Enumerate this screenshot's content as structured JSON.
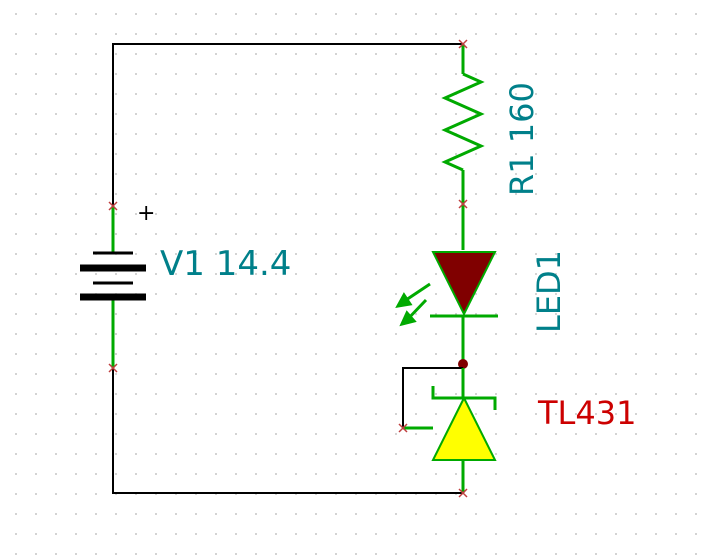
{
  "schematic": {
    "battery": {
      "label": "V1 14.4",
      "plus": "+"
    },
    "resistor": {
      "label": "R1 160"
    },
    "led": {
      "label": "LED1"
    },
    "regulator": {
      "label": "TL431"
    }
  },
  "colors": {
    "wire": "#000000",
    "component": "#00aa00",
    "label": "#00808a",
    "regulator_label": "#cc0000",
    "led_fill": "#800000",
    "regulator_fill": "#ffff00",
    "pin_mark": "#c04040",
    "node": "#800000"
  },
  "icons": [
    "battery-symbol",
    "resistor-symbol",
    "led-symbol",
    "light-emission-arrows-icon",
    "zener-regulator-symbol"
  ]
}
